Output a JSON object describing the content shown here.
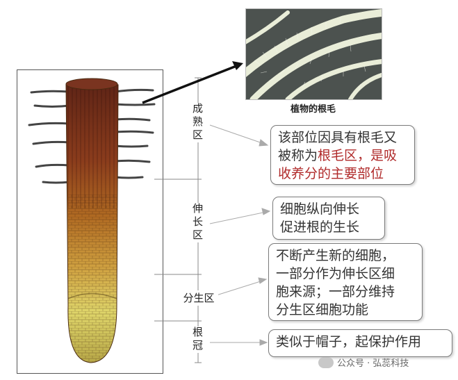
{
  "photo": {
    "caption": "植物的根毛"
  },
  "zones": [
    {
      "id": "maturation",
      "label": "成熟区"
    },
    {
      "id": "elongation",
      "label": "伸长区"
    },
    {
      "id": "meristem",
      "label": "分生区"
    },
    {
      "id": "cap",
      "label": "根冠"
    }
  ],
  "boxes": {
    "maturation": {
      "line1": "该部位因具有根毛又",
      "line2a": "被称为",
      "line2b": "根毛区，是吸",
      "line3": "收养分的主要部位"
    },
    "elongation": {
      "line1": "细胞纵向伸长",
      "line2": "促进根的生长"
    },
    "meristem": {
      "line1": "不断产生新的细胞，",
      "line2": "一部分作为伸长区细",
      "line3": "胞来源；一部分维持",
      "line4": "分生区细胞功能"
    },
    "cap": {
      "line1": "类似于帽子，起保护作用"
    }
  },
  "watermark": {
    "text": "公众号 · 弘蕊科技"
  },
  "colors": {
    "highlight": "#b02a2a",
    "root_top": "#6b2a1a",
    "root_mid": "#c88a2a",
    "root_tip": "#d8d060"
  }
}
